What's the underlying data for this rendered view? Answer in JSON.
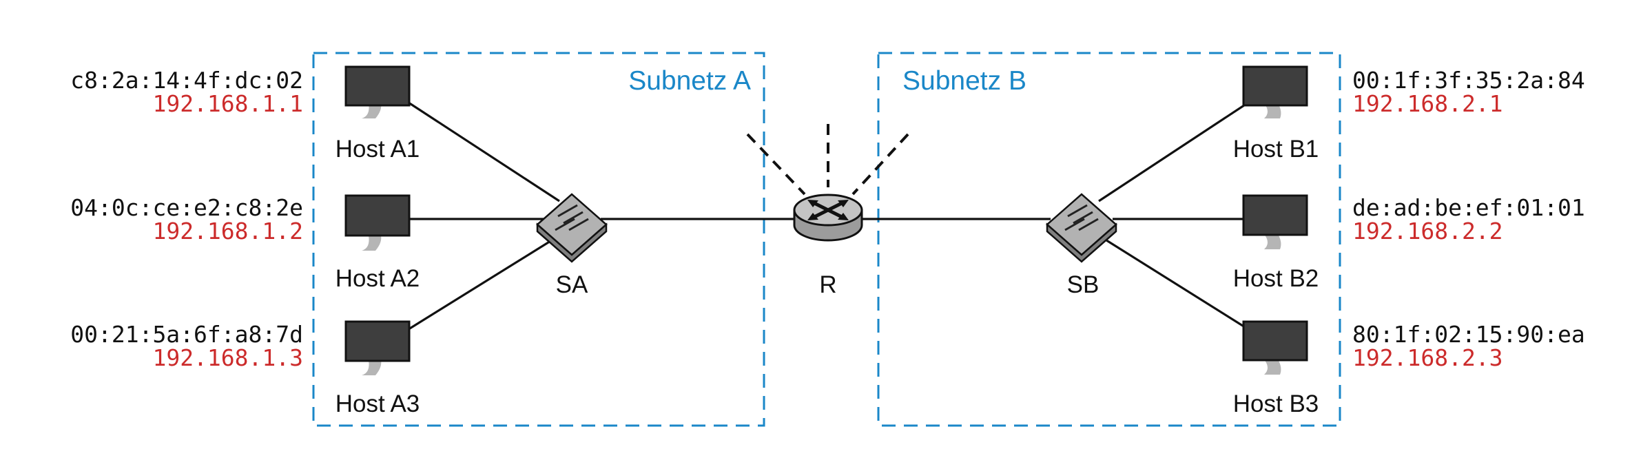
{
  "colors": {
    "accent_blue": "#1a87c8",
    "ip_red": "#cc2b2b",
    "text": "#111111",
    "monitor": "#3e3e3e",
    "switch": "#a8a8a8",
    "router": "#c0c0c0"
  },
  "subnets": {
    "a": {
      "label": "Subnetz A"
    },
    "b": {
      "label": "Subnetz B"
    }
  },
  "devices": {
    "switch_a": {
      "label": "SA",
      "icon": "network-switch-icon"
    },
    "switch_b": {
      "label": "SB",
      "icon": "network-switch-icon"
    },
    "router": {
      "label": "R",
      "icon": "router-icon"
    }
  },
  "hosts": {
    "a1": {
      "label": "Host A1",
      "mac": "c8:2a:14:4f:dc:02",
      "ip": "192.168.1.1",
      "icon": "computer-monitor-icon"
    },
    "a2": {
      "label": "Host A2",
      "mac": "04:0c:ce:e2:c8:2e",
      "ip": "192.168.1.2",
      "icon": "computer-monitor-icon"
    },
    "a3": {
      "label": "Host A3",
      "mac": "00:21:5a:6f:a8:7d",
      "ip": "192.168.1.3",
      "icon": "computer-monitor-icon"
    },
    "b1": {
      "label": "Host B1",
      "mac": "00:1f:3f:35:2a:84",
      "ip": "192.168.2.1",
      "icon": "computer-monitor-icon"
    },
    "b2": {
      "label": "Host B2",
      "mac": "de:ad:be:ef:01:01",
      "ip": "192.168.2.2",
      "icon": "computer-monitor-icon"
    },
    "b3": {
      "label": "Host B3",
      "mac": "80:1f:02:15:90:ea",
      "ip": "192.168.2.3",
      "icon": "computer-monitor-icon"
    }
  }
}
